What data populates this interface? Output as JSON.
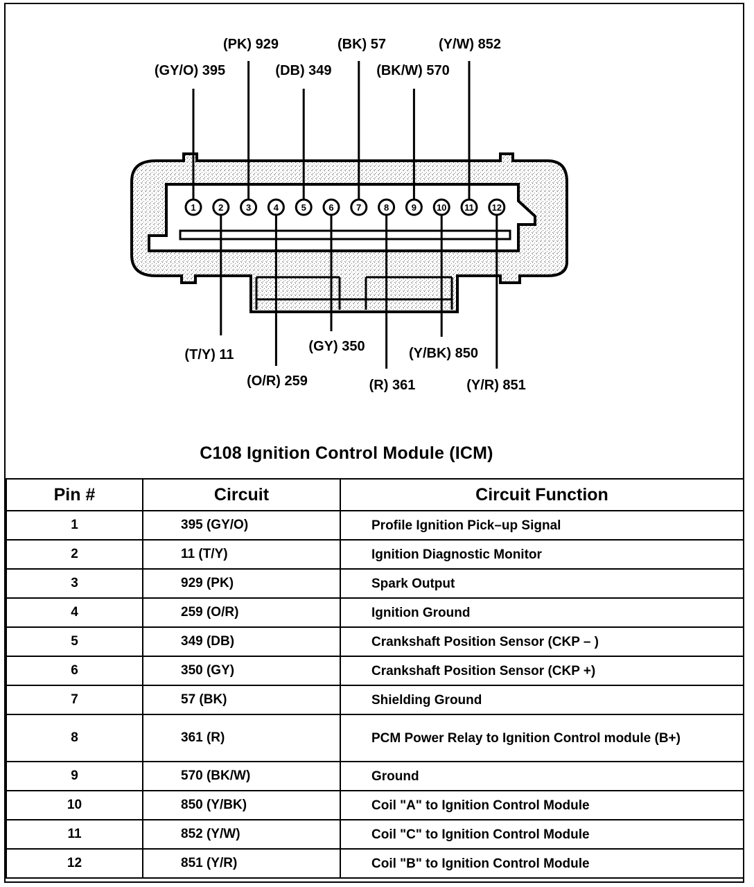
{
  "connector": {
    "title": "C108 Ignition Control Module (ICM)",
    "pin_numbers": [
      "1",
      "2",
      "3",
      "4",
      "5",
      "6",
      "7",
      "8",
      "9",
      "10",
      "11",
      "12"
    ],
    "top_labels": [
      {
        "pin": "1",
        "text": "(GY/O) 395"
      },
      {
        "pin": "3",
        "text": "(PK) 929"
      },
      {
        "pin": "5",
        "text": "(DB) 349"
      },
      {
        "pin": "7",
        "text": "(BK) 57"
      },
      {
        "pin": "9",
        "text": "(BK/W) 570"
      },
      {
        "pin": "11",
        "text": "(Y/W) 852"
      }
    ],
    "bottom_labels": [
      {
        "pin": "2",
        "text": "(T/Y) 11"
      },
      {
        "pin": "4",
        "text": "(O/R) 259"
      },
      {
        "pin": "6",
        "text": "(GY) 350"
      },
      {
        "pin": "8",
        "text": "(R) 361"
      },
      {
        "pin": "10",
        "text": "(Y/BK) 850"
      },
      {
        "pin": "12",
        "text": "(Y/R) 851"
      }
    ]
  },
  "table": {
    "headers": {
      "pin": "Pin #",
      "circuit": "Circuit",
      "function": "Circuit Function"
    },
    "rows": [
      {
        "pin": "1",
        "circuit": "395 (GY/O)",
        "function": "Profile Ignition Pick–up Signal"
      },
      {
        "pin": "2",
        "circuit": "11 (T/Y)",
        "function": "Ignition Diagnostic Monitor"
      },
      {
        "pin": "3",
        "circuit": "929 (PK)",
        "function": "Spark Output"
      },
      {
        "pin": "4",
        "circuit": "259 (O/R)",
        "function": "Ignition Ground"
      },
      {
        "pin": "5",
        "circuit": "349 (DB)",
        "function": "Crankshaft Position Sensor (CKP – )"
      },
      {
        "pin": "6",
        "circuit": "350 (GY)",
        "function": "Crankshaft Position Sensor (CKP +)"
      },
      {
        "pin": "7",
        "circuit": "57 (BK)",
        "function": "Shielding Ground"
      },
      {
        "pin": "8",
        "circuit": "361 (R)",
        "function": "PCM Power Relay to Ignition Control module (B+)"
      },
      {
        "pin": "9",
        "circuit": "570 (BK/W)",
        "function": "Ground"
      },
      {
        "pin": "10",
        "circuit": "850 (Y/BK)",
        "function": "Coil \"A\" to Ignition Control Module"
      },
      {
        "pin": "11",
        "circuit": "852 (Y/W)",
        "function": "Coil \"C\" to Ignition Control Module"
      },
      {
        "pin": "12",
        "circuit": "851 (Y/R)",
        "function": "Coil \"B\" to Ignition Control Module"
      }
    ]
  }
}
